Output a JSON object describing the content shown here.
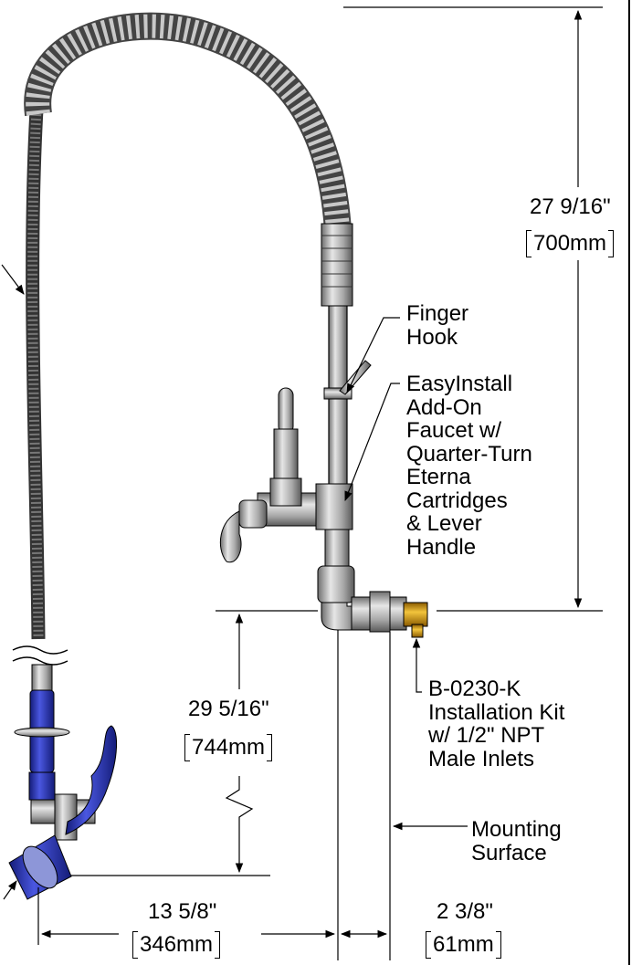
{
  "labels": {
    "finger_hook": [
      "Finger",
      "Hook"
    ],
    "faucet": [
      "EasyInstall",
      "Add-On",
      "Faucet w/",
      "Quarter-Turn",
      "Eterna",
      "Cartridges",
      "& Lever",
      "Handle"
    ],
    "install_kit": [
      "B-0230-K",
      "Installation Kit",
      "w/ 1/2\" NPT",
      "Male Inlets"
    ],
    "mounting_surface": [
      "Mounting",
      "Surface"
    ]
  },
  "dimensions": {
    "riser_height": {
      "imperial": "27 9/16\"",
      "metric": "700mm"
    },
    "spray_height": {
      "imperial": "29 5/16\"",
      "metric": "744mm"
    },
    "spray_reach": {
      "imperial": "13 5/8\"",
      "metric": "346mm"
    },
    "wall_offset": {
      "imperial": "2 3/8\"",
      "metric": "61mm"
    }
  },
  "colors": {
    "line": "#000000",
    "spring": "#8c8c8c",
    "chrome": "#b8b8b8",
    "spray_blue": "#2a35b8",
    "brass": "#d9a21b"
  }
}
